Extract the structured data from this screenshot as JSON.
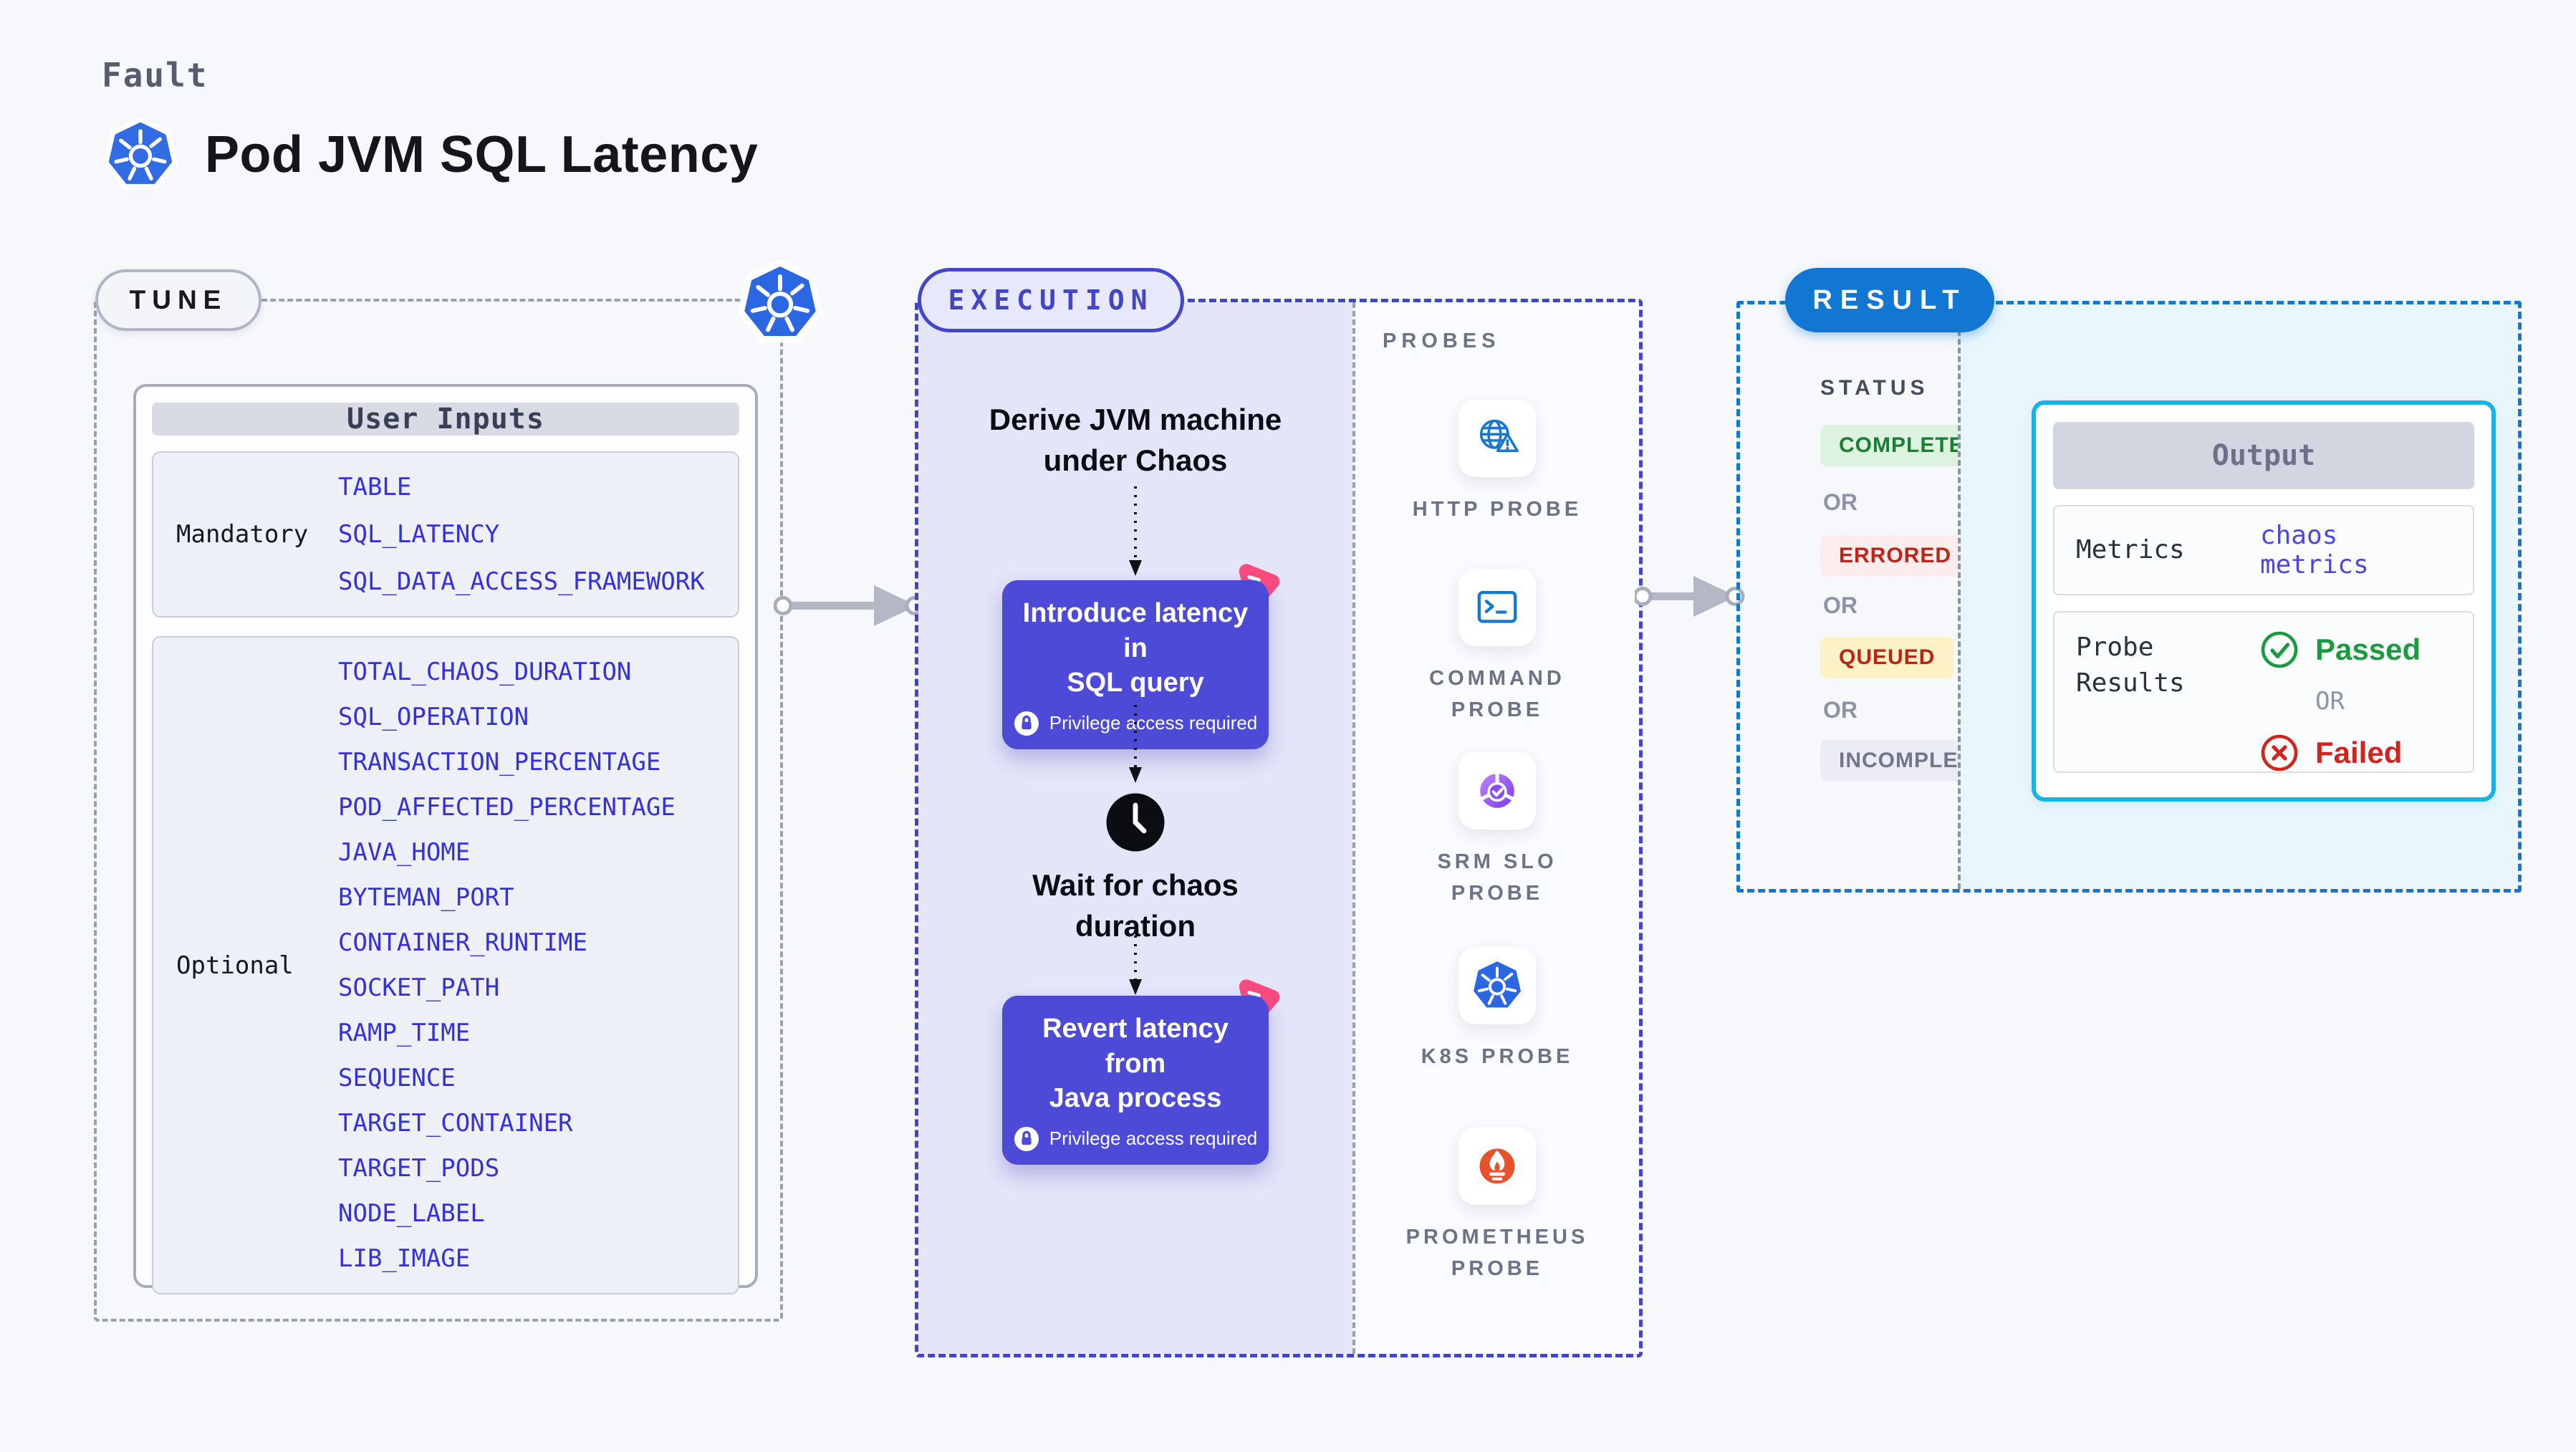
{
  "header": {
    "eyebrow": "Fault",
    "title": "Pod JVM SQL Latency"
  },
  "tune": {
    "badge": "TUNE",
    "card_title": "User Inputs",
    "mandatory_label": "Mandatory",
    "mandatory_values": [
      "TABLE",
      "SQL_LATENCY",
      "SQL_DATA_ACCESS_FRAMEWORK"
    ],
    "optional_label": "Optional",
    "optional_values": [
      "TOTAL_CHAOS_DURATION",
      "SQL_OPERATION",
      "TRANSACTION_PERCENTAGE",
      "POD_AFFECTED_PERCENTAGE",
      "JAVA_HOME",
      "BYTEMAN_PORT",
      "CONTAINER_RUNTIME",
      "SOCKET_PATH",
      "RAMP_TIME",
      "SEQUENCE",
      "TARGET_CONTAINER",
      "TARGET_PODS",
      "NODE_LABEL",
      "LIB_IMAGE"
    ]
  },
  "execution": {
    "badge": "EXECUTION",
    "derive_title": "Derive JVM machine\nunder Chaos",
    "introduce_title": "Introduce latency in\nSQL query",
    "wait_title": "Wait for chaos\nduration",
    "revert_title": "Revert latency from\nJava process",
    "privilege_note": "Privilege access required"
  },
  "probes": {
    "label": "PROBES",
    "items": [
      {
        "label": "HTTP PROBE",
        "icon": "http-globe-warning"
      },
      {
        "label": "COMMAND PROBE",
        "icon": "terminal"
      },
      {
        "label": "SRM SLO PROBE",
        "icon": "slo-gauge-check"
      },
      {
        "label": "K8S PROBE",
        "icon": "kubernetes"
      },
      {
        "label": "PROMETHEUS PROBE",
        "icon": "prometheus-flame"
      }
    ]
  },
  "result": {
    "badge": "RESULT",
    "status_label": "STATUS",
    "or_label": "OR",
    "statuses": [
      {
        "label": "COMPLETED",
        "color": "#1a7f35",
        "bg": "#ddf3e0"
      },
      {
        "label": "ERRORED",
        "color": "#c02419",
        "bg": "#fcecec"
      },
      {
        "label": "QUEUED",
        "color": "#bd2418",
        "bg": "#fdf1c6"
      },
      {
        "label": "INCOMPLETED",
        "color": "#70768b",
        "bg": "#ecedf4"
      }
    ],
    "output": {
      "title": "Output",
      "metrics_label": "Metrics",
      "metrics_value": "chaos metrics",
      "probe_results_label": "Probe\nResults",
      "passed_label": "Passed",
      "or_label": "OR",
      "failed_label": "Failed"
    }
  },
  "colors": {
    "page_bg": "#f7f8fc",
    "kubernetes_blue": "#326ce5",
    "execution_indigo": "#4046c8",
    "step_indigo": "#4c4ad6",
    "execution_fill": "#e4e5f9",
    "result_blue": "#1277d3",
    "output_border_cyan": "#14b4e6",
    "output_fill": "#e9f6fd",
    "chaos_pink": "#fb4b80",
    "probe_blue": "#1778d2",
    "prometheus_orange": "#e6522c",
    "passed_green": "#1a9b3e",
    "failed_red": "#d1251c",
    "connector_gray": "#b4b8c5"
  }
}
